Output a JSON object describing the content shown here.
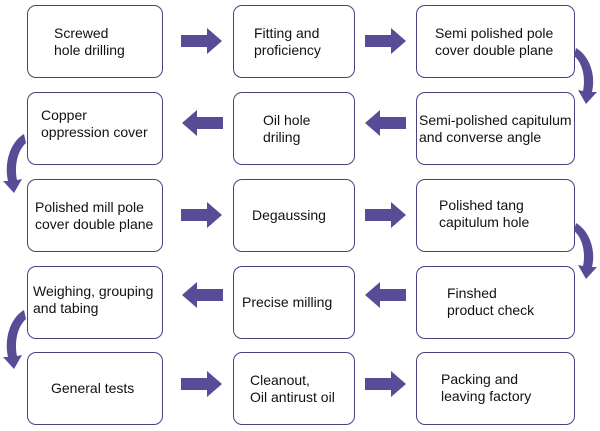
{
  "colors": {
    "box_border": "#4e3f7f",
    "arrow_fill": "#5a4b96",
    "curve_fill": "#5a4b96"
  },
  "steps": [
    {
      "id": "screwed-hole-drilling",
      "label": "Screwed\nhole drilling"
    },
    {
      "id": "fitting-and-proficiency",
      "label": "Fitting and\nproficiency"
    },
    {
      "id": "semi-polished-pole-cover",
      "label": "Semi polished pole\ncover double plane"
    },
    {
      "id": "semi-polished-capitulum",
      "label": "Semi-polished capitulum\nand converse angle"
    },
    {
      "id": "oil-hole-driling",
      "label": "Oil hole\ndriling"
    },
    {
      "id": "copper-oppression-cover",
      "label": "Copper\noppression cover"
    },
    {
      "id": "polished-mill-pole-cover",
      "label": "Polished mill pole\ncover double plane"
    },
    {
      "id": "degaussing",
      "label": "Degaussing"
    },
    {
      "id": "polished-tang-capitulum",
      "label": "Polished tang\ncapitulum hole"
    },
    {
      "id": "finshed-product-check",
      "label": "Finshed\nproduct check"
    },
    {
      "id": "precise-milling",
      "label": "Precise milling"
    },
    {
      "id": "weighing-grouping-tabing",
      "label": "Weighing, grouping\nand tabing"
    },
    {
      "id": "general-tests",
      "label": "General tests"
    },
    {
      "id": "cleanout-oil-antirust",
      "label": "Cleanout,\nOil antirust oil"
    },
    {
      "id": "packing-leaving-factory",
      "label": "Packing and\nleaving factory"
    }
  ]
}
